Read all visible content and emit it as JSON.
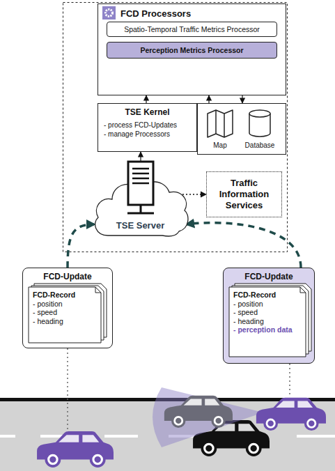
{
  "diagram": {
    "nodes": [
      {
        "text": [
          "FCD Processors"
        ]
      },
      {
        "text": [
          "Spatio-Temporal Traffic Metrics Processor"
        ],
        "in": 0
      },
      {
        "text": [
          "Perception Metrics Processor"
        ],
        "in": 0
      },
      {
        "text": [
          "TSE Kernel",
          "- process FCD-Updates",
          "- manage Processors"
        ]
      },
      {
        "text": [
          "Map",
          "Database"
        ]
      },
      {
        "text": [
          "TSE Server"
        ]
      },
      {
        "text": [
          "Traffic Information Services"
        ]
      },
      {
        "text": [
          "FCD-Update"
        ]
      },
      {
        "text": [
          "FCD-Record",
          "- position",
          "- speed",
          "- heading"
        ],
        "in": 7
      },
      {
        "text": [
          "FCD-Update"
        ]
      },
      {
        "text": [
          "FCD-Record",
          "- position",
          "- speed",
          "- heading",
          "- perception data"
        ],
        "in": 9
      }
    ],
    "edges": [
      {
        "from": 3,
        "to": 0,
        "arrow": "to"
      },
      {
        "from": 4,
        "to": 0,
        "arrow": "to"
      },
      {
        "from": 0,
        "to": 4,
        "arrow": "to"
      },
      {
        "from": 5,
        "to": 3,
        "arrow": "to"
      },
      {
        "from": 5,
        "to": 6,
        "arrow": "to"
      },
      {
        "from": 7,
        "to": 5,
        "arrow": "to"
      },
      {
        "from": 9,
        "to": 5,
        "arrow": "to"
      }
    ]
  }
}
